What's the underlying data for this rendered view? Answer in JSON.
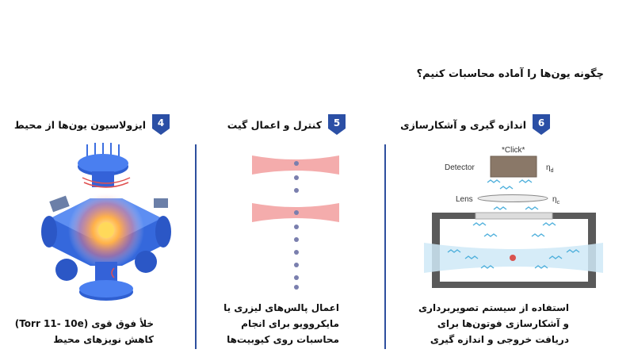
{
  "title": "چگونه یون‌ها را آماده محاسبات کنیم؟",
  "sections": [
    {
      "number": "6",
      "heading": "اندازه گیری و آشکارسازی",
      "caption_lines": [
        "استفاده از سیستم تصویربرداری",
        "و آشکارسازی فوتون‌ها برای",
        "دریافت خروجی و اندازه گیری"
      ],
      "diagram": {
        "click_label": "*Click*",
        "detector_label": "Detector",
        "lens_label": "Lens",
        "eta_d": "η",
        "eta_d_sub": "d",
        "eta_c": "η",
        "eta_c_sub": "c"
      }
    },
    {
      "number": "5",
      "heading": "کنترل و اعمال گیت",
      "caption_lines": [
        "اعمال پالس‌های لیزری یا",
        "مایکروویو برای انجام",
        "محاسبات روی کیوبیت‌ها"
      ]
    },
    {
      "number": "4",
      "heading": "ایزولاسیون یون‌ها از محیط",
      "caption_lines": [
        "خلأ فوق قوی (Torr 11- 10e)",
        "کاهش نویزهای محیط"
      ]
    }
  ],
  "colors": {
    "badge": "#2b4fa5",
    "divider": "#2d4f9e",
    "laser": "#e86a6a",
    "photon": "#5bb8e0",
    "chamber": "#3c6ee0"
  }
}
